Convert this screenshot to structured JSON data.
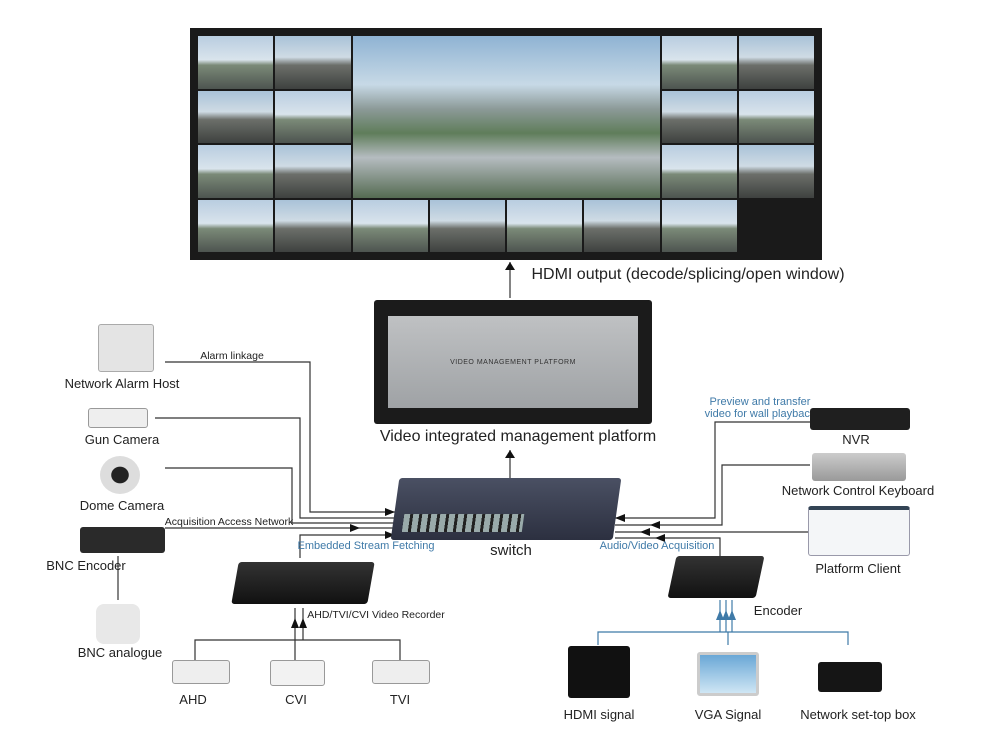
{
  "video_wall": {
    "output_label": "HDMI output (decode/splicing/open window)"
  },
  "platform": {
    "panel_text": "VIDEO MANAGEMENT PLATFORM",
    "caption": "Video integrated management platform"
  },
  "switch": {
    "label": "switch"
  },
  "left_devices": {
    "alarm_host": "Network Alarm Host",
    "gun_camera": "Gun Camera",
    "dome_camera": "Dome Camera",
    "bnc_encoder": "BNC Encoder",
    "bnc_analogue": "BNC analogue"
  },
  "link_labels": {
    "alarm": "Alarm linkage",
    "acquisition": "Acquisition Access Network",
    "embedded": "Embedded Stream Fetching",
    "recorder": "AHD/TVI/CVI Video Recorder",
    "preview_line1": "Preview and transfer",
    "preview_line2": "video for wall playback",
    "av_acquisition": "Audio/Video Acquisition"
  },
  "cameras": {
    "ahd": "AHD",
    "cvi": "CVI",
    "tvi": "TVI"
  },
  "right_devices": {
    "nvr": "NVR",
    "keyboard": "Network Control Keyboard",
    "client": "Platform Client",
    "encoder": "Encoder"
  },
  "sources": {
    "hdmi": "HDMI signal",
    "vga": "VGA Signal",
    "stb": "Network set-top box"
  },
  "colors": {
    "line": "#333333",
    "accent_line": "#3f7aa8",
    "label_blue": "#3f7aa8"
  }
}
